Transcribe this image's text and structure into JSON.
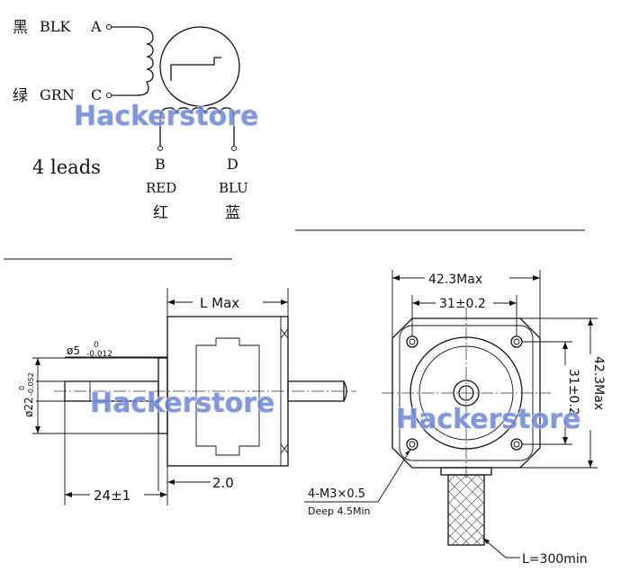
{
  "wiring": {
    "wires": [
      {
        "pin": "A",
        "color_cn": "黑",
        "color": "BLK"
      },
      {
        "pin": "C",
        "color_cn": "绿",
        "color": "GRN"
      },
      {
        "pin": "B",
        "color_cn": "红",
        "color": "RED"
      },
      {
        "pin": "D",
        "color_cn": "蓝",
        "color": "BLU"
      }
    ],
    "leads_label": "4 leads"
  },
  "watermark": "Hackerstore",
  "side_view": {
    "length_label": "L Max",
    "shaft_dia_label": "ø5",
    "shaft_dia_upper_tol": "0",
    "shaft_dia_lower_tol": "-0.012",
    "boss_dia_label": "ø22",
    "boss_dia_upper_tol": "0",
    "boss_dia_lower_tol": "-0.052",
    "boss_length_label": "24±1",
    "flange_label": "2.0"
  },
  "front_view": {
    "width_label": "42.3Max",
    "hole_spacing_label": "31±0.2",
    "height_label": "42.3Max",
    "hole_spacing_v_label": "31±0.2",
    "screw_label": "4-M3×0.5",
    "depth_label": "Deep 4.5Min",
    "cable_label": "L=300min"
  }
}
